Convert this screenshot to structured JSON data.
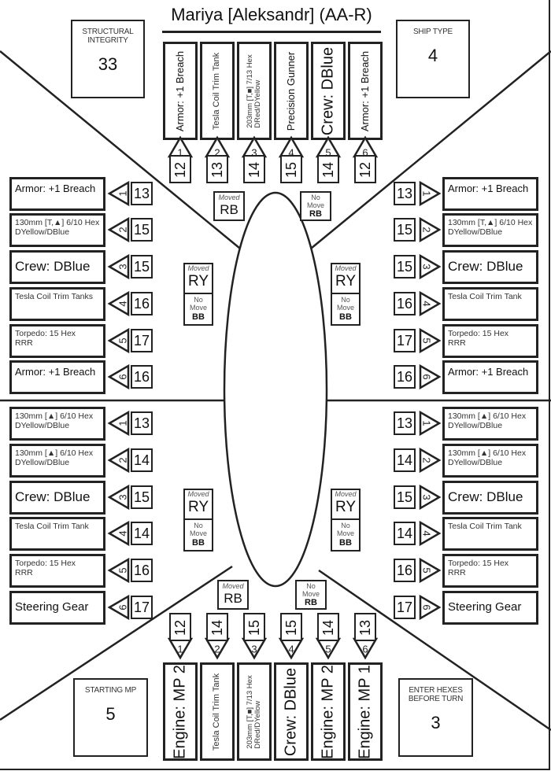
{
  "ship_name": "Mariya [Aleksandr] (AA-R)",
  "stats": {
    "structural_integrity": {
      "label": "STRUCTURAL INTEGRITY",
      "value": "33"
    },
    "ship_type": {
      "label": "SHIP TYPE",
      "value": "4"
    },
    "starting_mp": {
      "label": "STARTING MP",
      "value": "5"
    },
    "enter_hexes": {
      "label": "ENTER HEXES BEFORE TURN",
      "value": "3"
    }
  },
  "bow": {
    "systems": [
      {
        "slot": "1",
        "roll": "12",
        "text": "Armor: +1 Breach",
        "style": "bold"
      },
      {
        "slot": "2",
        "roll": "13",
        "text": "Tesla Coil Trim Tank",
        "style": "small"
      },
      {
        "slot": "3",
        "roll": "14",
        "text": "203mm [T,■] 7/13 Hex\nDRed/DYellow",
        "style": "tiny"
      },
      {
        "slot": "4",
        "roll": "15",
        "text": "Precision Gunner",
        "style": "bold"
      },
      {
        "slot": "5",
        "roll": "14",
        "text": "Crew: DBlue",
        "style": "big"
      },
      {
        "slot": "6",
        "roll": "12",
        "text": "Armor: +1 Breach",
        "style": "bold"
      }
    ],
    "move_boxes": [
      {
        "label": "Moved",
        "value": "RB"
      },
      {
        "label": "No Move",
        "value": "RB"
      }
    ]
  },
  "stern": {
    "systems": [
      {
        "slot": "1",
        "roll": "12",
        "text": "Engine: MP 2",
        "style": "big"
      },
      {
        "slot": "2",
        "roll": "14",
        "text": "Tesla Coil Trim Tank",
        "style": "small"
      },
      {
        "slot": "3",
        "roll": "15",
        "text": "203mm [T,■] 7/13 Hex\nDRed/DYellow",
        "style": "tiny"
      },
      {
        "slot": "4",
        "roll": "15",
        "text": "Crew: DBlue",
        "style": "big"
      },
      {
        "slot": "5",
        "roll": "14",
        "text": "Engine: MP 2",
        "style": "big"
      },
      {
        "slot": "6",
        "roll": "13",
        "text": "Engine: MP 1",
        "style": "big"
      }
    ],
    "move_boxes": [
      {
        "label": "Moved",
        "value": "RB"
      },
      {
        "label": "No Move",
        "value": "RB"
      }
    ]
  },
  "port_fore": {
    "systems": [
      {
        "slot": "1",
        "roll": "13",
        "text": "Armor: +1 Breach",
        "style": "bold"
      },
      {
        "slot": "2",
        "roll": "15",
        "text": "130mm [T,▲] 6/10 Hex\nDYellow/DBlue",
        "style": "small"
      },
      {
        "slot": "3",
        "roll": "15",
        "text": "Crew: DBlue",
        "style": "big"
      },
      {
        "slot": "4",
        "roll": "16",
        "text": "Tesla Coil Trim Tanks",
        "style": "small"
      },
      {
        "slot": "5",
        "roll": "17",
        "text": "Torpedo: 15 Hex\nRRR",
        "style": "small"
      },
      {
        "slot": "6",
        "roll": "16",
        "text": "Armor: +1 Breach",
        "style": "bold"
      }
    ],
    "move": {
      "moved_label": "Moved",
      "moved_value": "RY",
      "nomove_label": "No Move",
      "nomove_value": "BB"
    }
  },
  "starboard_fore": {
    "systems": [
      {
        "slot": "1",
        "roll": "13",
        "text": "Armor: +1 Breach",
        "style": "bold"
      },
      {
        "slot": "2",
        "roll": "15",
        "text": "130mm [T,▲] 6/10 Hex\nDYellow/DBlue",
        "style": "small"
      },
      {
        "slot": "3",
        "roll": "15",
        "text": "Crew: DBlue",
        "style": "big"
      },
      {
        "slot": "4",
        "roll": "16",
        "text": "Tesla Coil Trim Tank",
        "style": "small"
      },
      {
        "slot": "5",
        "roll": "17",
        "text": "Torpedo: 15 Hex\nRRR",
        "style": "small"
      },
      {
        "slot": "6",
        "roll": "16",
        "text": "Armor: +1 Breach",
        "style": "bold"
      }
    ],
    "move": {
      "moved_label": "Moved",
      "moved_value": "RY",
      "nomove_label": "No Move",
      "nomove_value": "BB"
    }
  },
  "port_aft": {
    "systems": [
      {
        "slot": "1",
        "roll": "13",
        "text": "130mm [▲] 6/10 Hex\nDYellow/DBlue",
        "style": "small"
      },
      {
        "slot": "2",
        "roll": "14",
        "text": "130mm [▲] 6/10 Hex\nDYellow/DBlue",
        "style": "small"
      },
      {
        "slot": "3",
        "roll": "15",
        "text": "Crew: DBlue",
        "style": "big"
      },
      {
        "slot": "4",
        "roll": "14",
        "text": "Tesla Coil Trim Tank",
        "style": "small"
      },
      {
        "slot": "5",
        "roll": "16",
        "text": "Torpedo: 15 Hex\nRRR",
        "style": "small"
      },
      {
        "slot": "6",
        "roll": "17",
        "text": "Steering Gear",
        "style": "big2"
      }
    ],
    "move": {
      "moved_label": "Moved",
      "moved_value": "RY",
      "nomove_label": "No Move",
      "nomove_value": "BB"
    }
  },
  "starboard_aft": {
    "systems": [
      {
        "slot": "1",
        "roll": "13",
        "text": "130mm [▲] 6/10 Hex\nDYellow/DBlue",
        "style": "small"
      },
      {
        "slot": "2",
        "roll": "14",
        "text": "130mm [▲] 6/10 Hex\nDYellow/DBlue",
        "style": "small"
      },
      {
        "slot": "3",
        "roll": "15",
        "text": "Crew: DBlue",
        "style": "big"
      },
      {
        "slot": "4",
        "roll": "14",
        "text": "Tesla Coil Trim Tank",
        "style": "small"
      },
      {
        "slot": "5",
        "roll": "16",
        "text": "Torpedo: 15 Hex\nRRR",
        "style": "small"
      },
      {
        "slot": "6",
        "roll": "17",
        "text": "Steering Gear",
        "style": "big2"
      }
    ],
    "move": {
      "moved_label": "Moved",
      "moved_value": "RY",
      "nomove_label": "No Move",
      "nomove_value": "BB"
    }
  }
}
